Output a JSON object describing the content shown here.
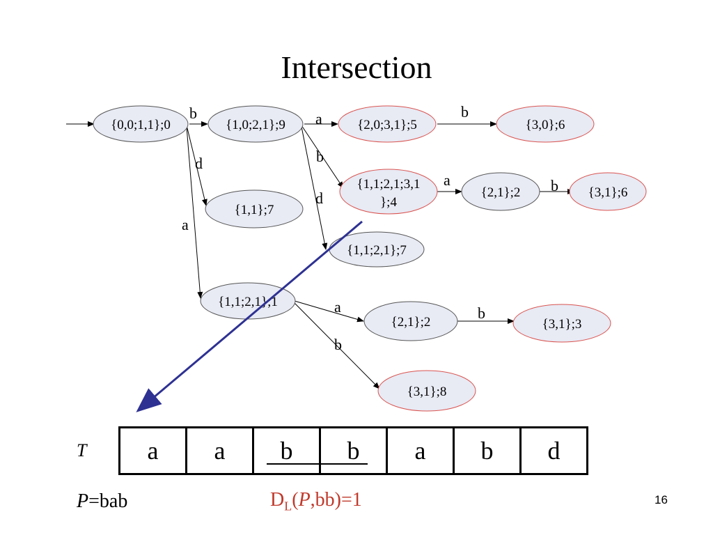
{
  "title": "Intersection",
  "nodes": [
    {
      "id": "n0",
      "label": "{0,0;1,1};0",
      "final": false
    },
    {
      "id": "n1",
      "label": "{1,0;2,1};9",
      "final": false
    },
    {
      "id": "n2",
      "label": "{2,0;3,1};5",
      "final": true
    },
    {
      "id": "n3",
      "label": "{3,0};6",
      "final": true
    },
    {
      "id": "n4",
      "label": "{1,1};7",
      "final": false
    },
    {
      "id": "n5a",
      "label": "{1,1;2,1;3,1",
      "final": true
    },
    {
      "id": "n5b",
      "label": "};4",
      "final": true
    },
    {
      "id": "n6",
      "label": "{2,1};2",
      "final": false
    },
    {
      "id": "n7",
      "label": "{3,1};6",
      "final": true
    },
    {
      "id": "n8",
      "label": "{1,1;2,1};7",
      "final": false
    },
    {
      "id": "n9",
      "label": "{1,1;2,1};1",
      "final": false
    },
    {
      "id": "n10",
      "label": "{2,1};2",
      "final": false
    },
    {
      "id": "n11",
      "label": "{3,1};3",
      "final": true
    },
    {
      "id": "n12",
      "label": "{3,1};8",
      "final": true
    }
  ],
  "edges": [
    {
      "from": "n0",
      "to": "n1",
      "label": "b"
    },
    {
      "from": "n1",
      "to": "n2",
      "label": "a"
    },
    {
      "from": "n2",
      "to": "n3",
      "label": "b"
    },
    {
      "from": "n0",
      "to": "n4",
      "label": "d"
    },
    {
      "from": "n0",
      "to": "n9",
      "label": "a"
    },
    {
      "from": "n1",
      "to": "n5",
      "label": "b"
    },
    {
      "from": "n1",
      "to": "n8",
      "label": "d"
    },
    {
      "from": "n5",
      "to": "n6",
      "label": "a"
    },
    {
      "from": "n6",
      "to": "n7",
      "label": "b"
    },
    {
      "from": "n9",
      "to": "n10",
      "label": "a"
    },
    {
      "from": "n10",
      "to": "n11",
      "label": "b"
    },
    {
      "from": "n9",
      "to": "n12",
      "label": "b"
    }
  ],
  "tape": {
    "label": "T",
    "cells": [
      "a",
      "a",
      "b",
      "b",
      "a",
      "b",
      "d"
    ]
  },
  "pattern": {
    "var": "P",
    "eq": "=",
    "value": "bab"
  },
  "distance": {
    "d": "D",
    "sub": "L",
    "open": "(",
    "p": "P",
    "rest": ",bb)=1"
  },
  "page_number": "16",
  "colors": {
    "final_border": "#d9534f",
    "node_fill": "#e8eaf4",
    "arrow": "#2e3192"
  }
}
